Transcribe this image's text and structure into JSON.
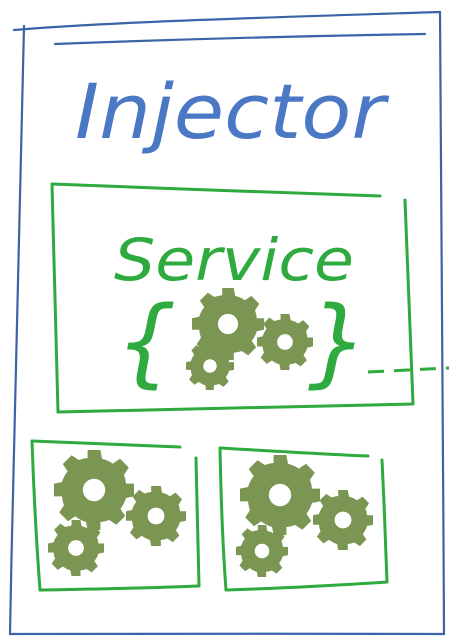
{
  "injector": {
    "title": "Injector",
    "stroke_color": "#3b63a8",
    "text_color": "#4a78c4"
  },
  "service": {
    "title": "Service",
    "open_brace": "{",
    "close_brace": "}",
    "stroke_color": "#2eaa3f"
  },
  "gear_color": "#7b9552",
  "gear_groups": [
    {
      "name": "service-gears"
    },
    {
      "name": "left-component-gears"
    },
    {
      "name": "right-component-gears"
    }
  ]
}
